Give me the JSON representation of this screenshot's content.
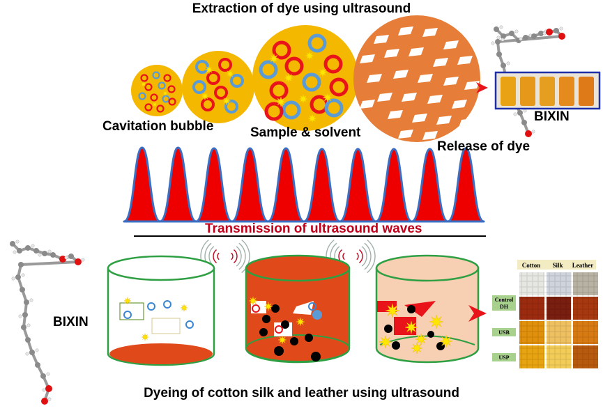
{
  "top_title": "Extraction of dye using ultrasound",
  "labels": {
    "cavitation": "Cavitation bubble",
    "sample": "Sample & solvent",
    "release": "Release of dye",
    "bixin_top": "BIXIN",
    "bixin_left": "BIXIN",
    "transmission": "Transmission of ultrasound waves",
    "bottom_title": "Dyeing of cotton silk and leather using ultrasound"
  },
  "fabric_table": {
    "columns": [
      "Cotton",
      "Silk",
      "Leather"
    ],
    "rows": [
      "Control",
      "DH",
      "USB",
      "USP"
    ]
  },
  "colors": {
    "bubble_yellow": "#f5b800",
    "dye_orange": "#e67e3a",
    "wave_red": "#ee0000",
    "wave_edge": "#3a6fc4",
    "ring_red": "#e8141a",
    "ring_blue": "#5b9bd5",
    "beaker_green": "#2ea043",
    "dye_bath": "#e04a1a",
    "peach_bath": "#f7cfb2",
    "arrow_red": "#e8141a",
    "wave_text": "#c0001a"
  }
}
